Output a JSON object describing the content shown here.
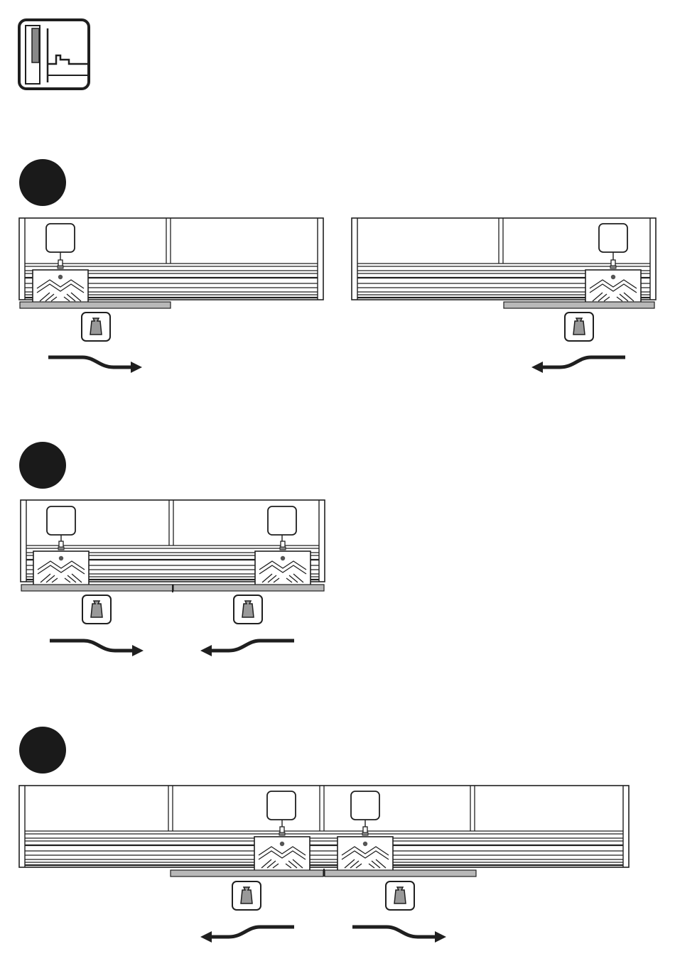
{
  "header": {
    "icon": "sliding-door-profile-icon"
  },
  "steps": [
    {
      "name": "step-1",
      "marker_icon": "black-circle-step-marker"
    },
    {
      "name": "step-2",
      "marker_icon": "black-circle-step-marker"
    },
    {
      "name": "step-3",
      "marker_icon": "black-circle-step-marker"
    }
  ],
  "icons": {
    "weight": "weight-icon",
    "arrow_right": "wavy-arrow-right-icon",
    "arrow_left": "wavy-arrow-left-icon",
    "hanger": "door-hanger-icon",
    "blank_box": "blank-label-box-icon"
  },
  "colors": {
    "line": "#1f1f1f",
    "fill_gray": "#999999",
    "rail_gray": "#b8b8b8",
    "marker": "#1a1a1a",
    "background": "#ffffff"
  }
}
